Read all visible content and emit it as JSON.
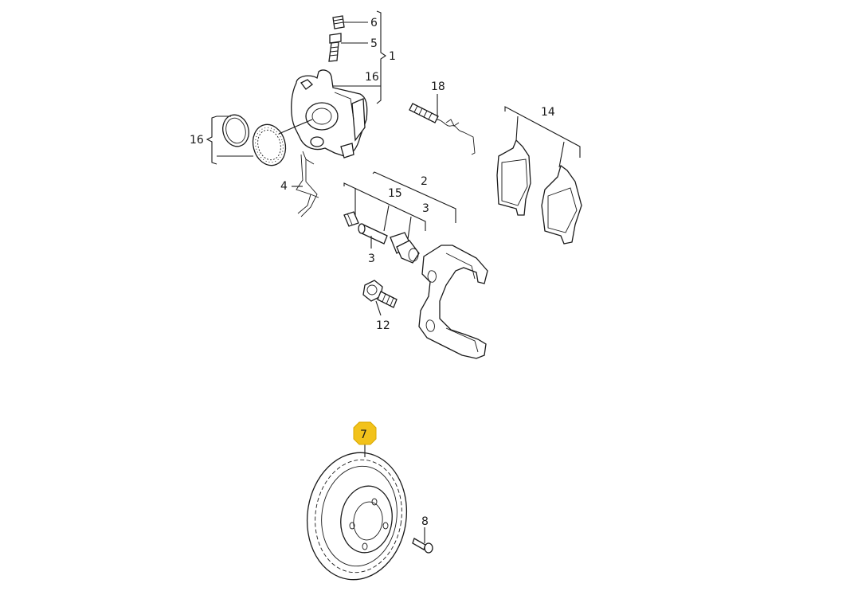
{
  "diagram": {
    "highlight_color": "#f2c21b",
    "line_color": "#1a1a1a",
    "callouts": {
      "c6": "6",
      "c5": "5",
      "c1": "1",
      "c16a": "16",
      "c16b": "16",
      "c18": "18",
      "c14": "14",
      "c4": "4",
      "c2": "2",
      "c15": "15",
      "c3a": "3",
      "c3b": "3",
      "c12": "12",
      "c7": "7",
      "c8": "8"
    },
    "highlighted_part": "7"
  }
}
